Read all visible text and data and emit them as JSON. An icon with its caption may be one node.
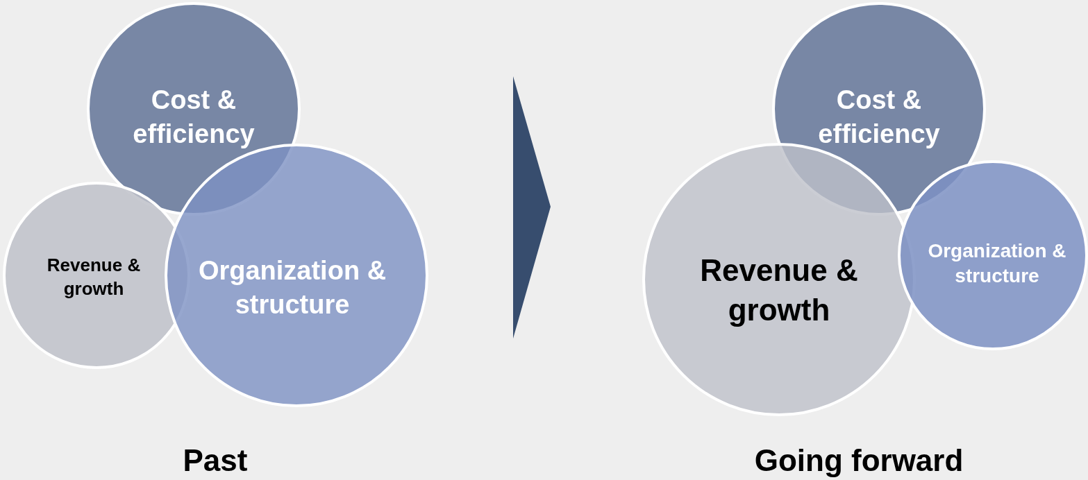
{
  "diagram": {
    "nodes": [
      {
        "text": [
          "Cost & efficiency"
        ]
      },
      {
        "text": [
          "Revenue & growth"
        ]
      },
      {
        "text": [
          "Organization & structure"
        ]
      },
      {
        "text": [
          "Cost & efficiency"
        ]
      },
      {
        "text": [
          "Revenue & growth"
        ]
      },
      {
        "text": [
          "Organization & structure"
        ]
      }
    ],
    "edges": [],
    "labels": [
      "Past",
      "Going forward"
    ]
  }
}
